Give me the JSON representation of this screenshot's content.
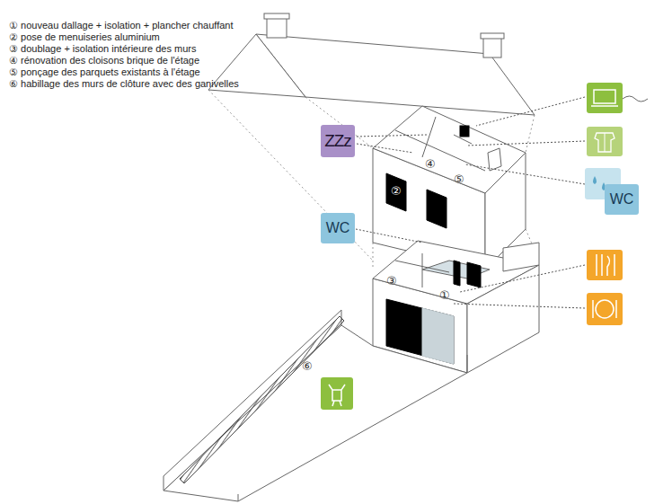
{
  "diagram": {
    "nodes": [
      {
        "text": [
          "ZZz"
        ]
      },
      {
        "text": [
          "WC"
        ]
      },
      {
        "text": [
          "WC"
        ]
      }
    ],
    "labels": [
      "① nouveau dallage + isolation + plancher chauffant",
      "② pose de menuiseries aluminium",
      "③ doublage + isolation intérieure des murs",
      "④ rénovation des cloisons brique de l'étage",
      "⑤ ponçage des parquets existants à l'étage",
      "⑥ habillage des murs de clôture avec des ganivelles",
      "②",
      "④",
      "⑤",
      "③",
      "①",
      "⑥"
    ]
  }
}
